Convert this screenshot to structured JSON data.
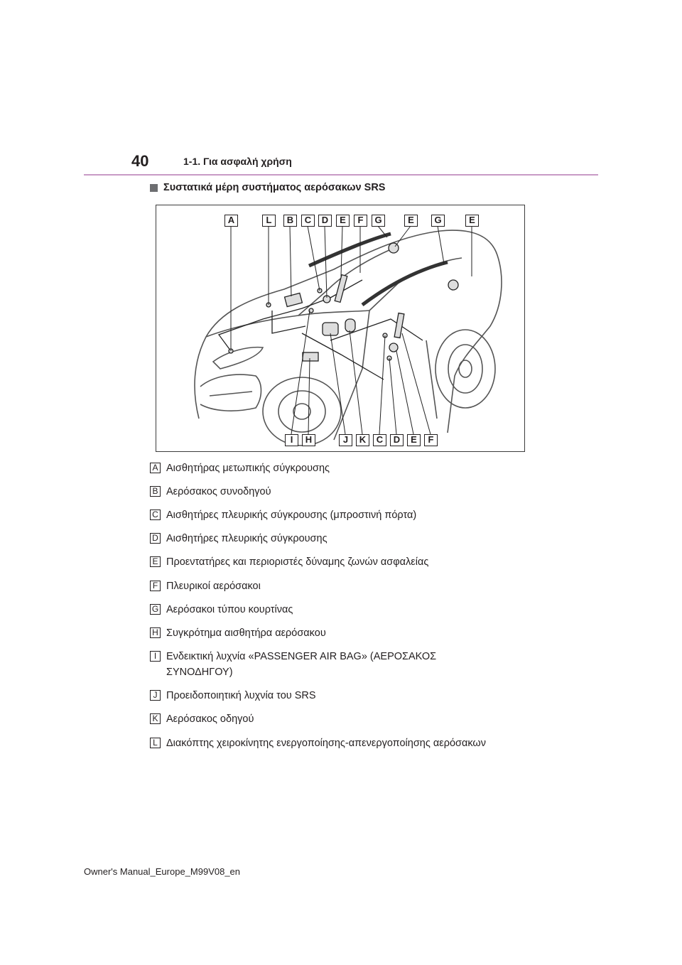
{
  "header": {
    "page_number": "40",
    "chapter": "1-1. Για ασφαλή χρήση"
  },
  "section": {
    "title": "Συστατικά μέρη συστήματος αερόσακων SRS"
  },
  "figure": {
    "callouts_top": [
      "A",
      "L",
      "B",
      "C",
      "D",
      "E",
      "F",
      "G",
      "E",
      "G",
      "E"
    ],
    "callouts_bottom": [
      "I",
      "H",
      "J",
      "K",
      "C",
      "D",
      "E",
      "F"
    ]
  },
  "legend": [
    {
      "key": "A",
      "text": "Αισθητήρας μετωπικής σύγκρουσης"
    },
    {
      "key": "B",
      "text": "Αερόσακος συνοδηγού"
    },
    {
      "key": "C",
      "text": "Αισθητήρες πλευρικής σύγκρουσης (μπροστινή πόρτα)"
    },
    {
      "key": "D",
      "text": "Αισθητήρες πλευρικής σύγκρουσης"
    },
    {
      "key": "E",
      "text": "Προεντατήρες και περιοριστές δύναμης ζωνών ασφαλείας"
    },
    {
      "key": "F",
      "text": "Πλευρικοί αερόσακοι"
    },
    {
      "key": "G",
      "text": "Αερόσακοι τύπου κουρτίνας"
    },
    {
      "key": "H",
      "text": "Συγκρότημα αισθητήρα αερόσακου"
    },
    {
      "key": "I",
      "text": "Ενδεικτική λυχνία «PASSENGER AIR BAG» (ΑΕΡΟΣΑΚΟΣ ΣΥΝΟΔΗΓΟΥ)"
    },
    {
      "key": "J",
      "text": "Προειδοποιητική λυχνία του SRS"
    },
    {
      "key": "K",
      "text": "Αερόσακος οδηγού"
    },
    {
      "key": "L",
      "text": "Διακόπτης χειροκίνητης ενεργοποίησης-απενεργοποίησης αερόσακων"
    }
  ],
  "footer": {
    "text": "Owner's Manual_Europe_M99V08_en"
  }
}
